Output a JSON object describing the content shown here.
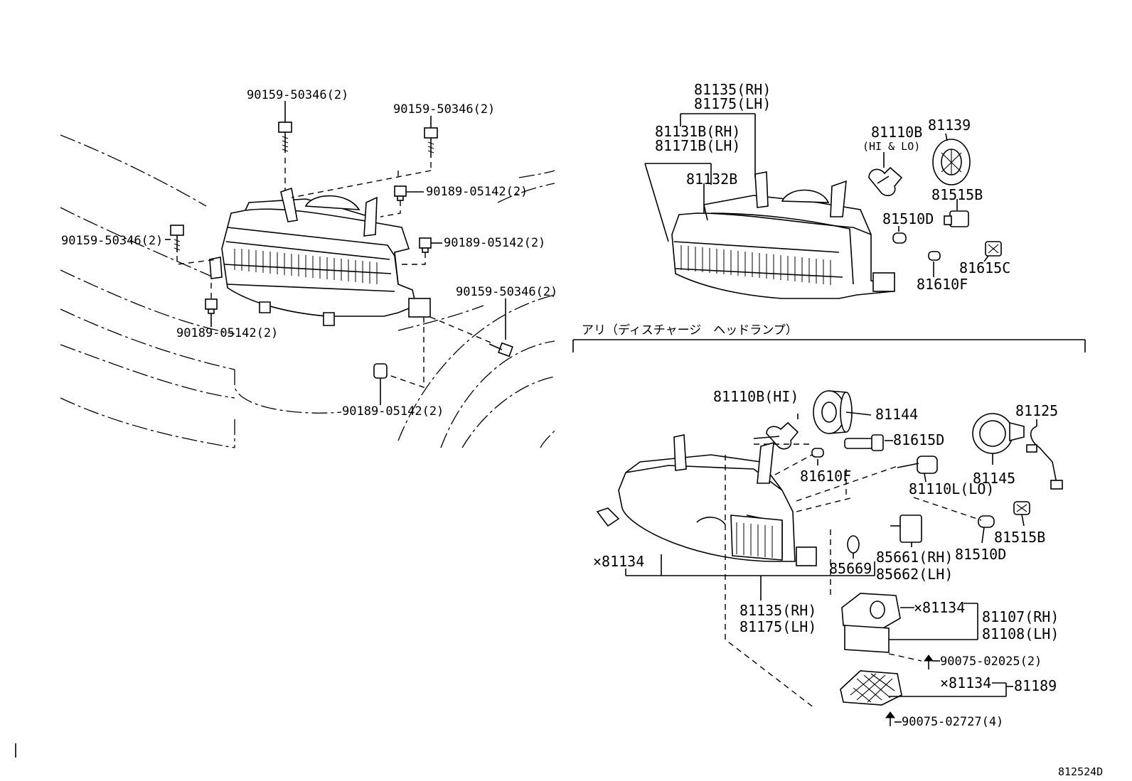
{
  "left_view": {
    "bolt_top_left": "90159-50346(2)",
    "bolt_top_right": "90159-50346(2)",
    "clip_top": "90189-05142(2)",
    "bolt_left": "90159-50346(2)",
    "clip_right": "90189-05142(2)",
    "clip_bottom_left": "90189-05142(2)",
    "bolt_right": "90159-50346(2)",
    "clip_bottom": "90189-05142(2)"
  },
  "upper_right_view": {
    "assy_rh": "81135(RH)",
    "assy_lh": "81175(LH)",
    "unit_rh": "81131B(RH)",
    "unit_lh": "81171B(LH)",
    "gasket": "81132B",
    "bulb": "81110B",
    "bulb_note": "(HI & LO)",
    "cover": "81139",
    "socket_b": "81515B",
    "bulb_d": "81510D",
    "bulb_f": "81610F",
    "socket_c": "81615C"
  },
  "discharge_section": {
    "title": "アリ（ディスチャージ　ヘッドランプ）",
    "bulb_hi": "81110B(HI)",
    "cover_a": "81144",
    "socket_d": "81615D",
    "bulb_f": "81610F",
    "harness": "81125",
    "cover_b": "81145",
    "bulb_lo": "81110L(LO)",
    "socket_b": "81515B",
    "bulb_d": "81510D",
    "marked_part": "×81134",
    "seal": "85669",
    "igniter_rh": "85661(RH)",
    "igniter_lh": "85662(LH)",
    "assy_rh": "81135(RH)",
    "assy_lh": "81175(LH)",
    "computer_mark": "×81134",
    "computer_rh": "81107(RH)",
    "computer_lh": "81108(LH)",
    "screw_a": "90075-02025(2)",
    "bracket_mark": "×81134",
    "bracket": "81189",
    "screw_b": "90075-02727(4)"
  },
  "footer": {
    "figure_code": "812524D"
  }
}
